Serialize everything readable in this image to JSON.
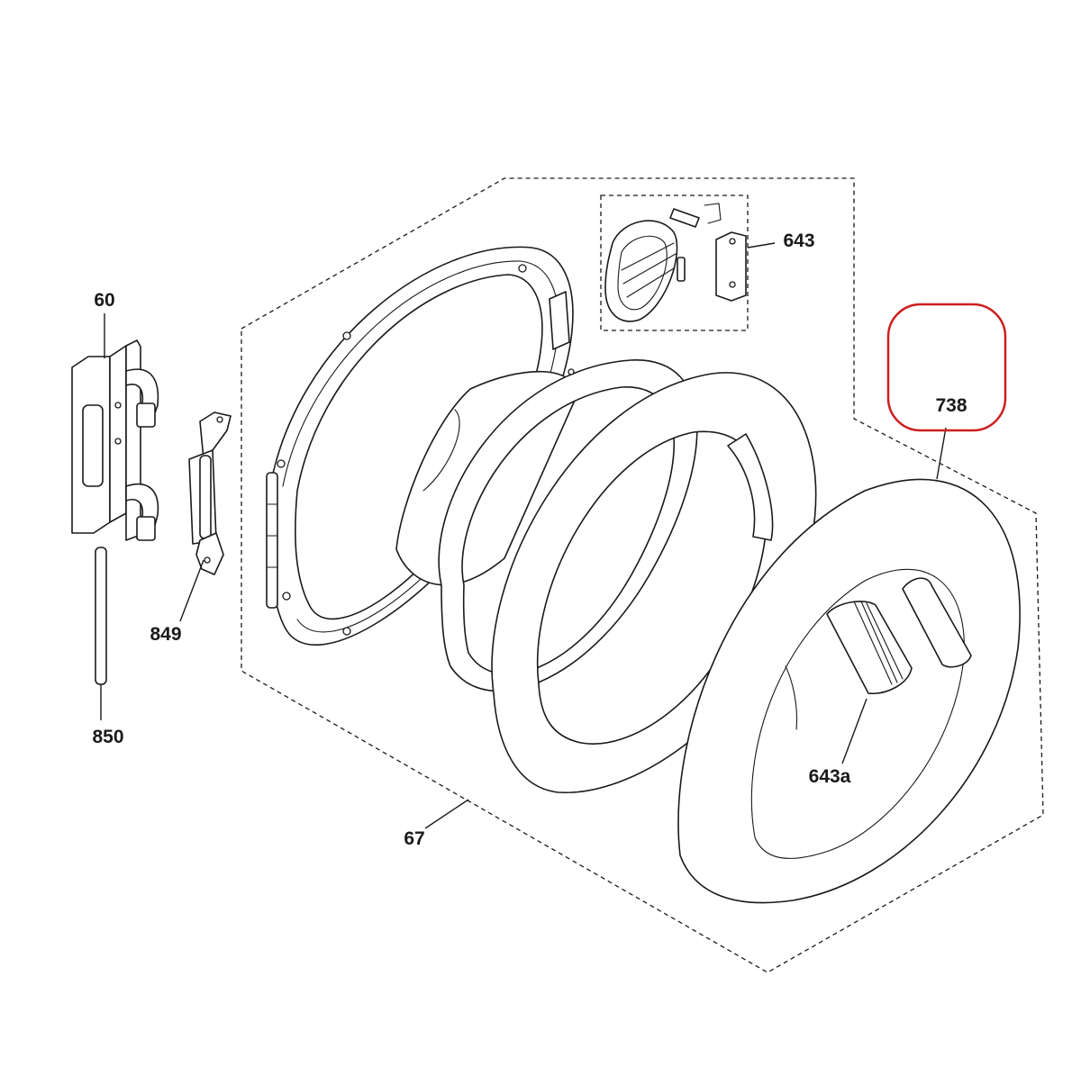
{
  "callouts": {
    "door_handle": "60",
    "hinge": "849",
    "hinge_pin": "850",
    "door_assembly": "67",
    "hinge_kit": "643",
    "door_cover": "738",
    "handle_knob": "643a"
  },
  "colors": {
    "line": "#1a1a1a",
    "background": "#ffffff",
    "highlight": "#cc1f1f"
  }
}
